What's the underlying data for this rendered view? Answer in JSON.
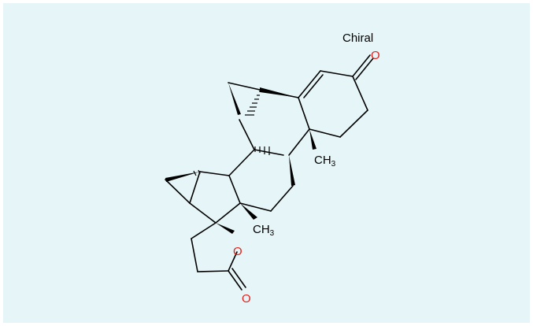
{
  "labels": {
    "chiral": "Chiral",
    "ketone_oxygen": "O",
    "methyl_top_main": "CH",
    "methyl_top_sub": "3",
    "methyl_bottom_main": "CH",
    "methyl_bottom_sub": "3",
    "ring_oxygen": "O",
    "lactone_carbonyl_oxygen": "O"
  },
  "colors": {
    "background": "#e6f6f8",
    "bond": "#000000",
    "oxygen": "#e0201b",
    "text": "#000000"
  }
}
